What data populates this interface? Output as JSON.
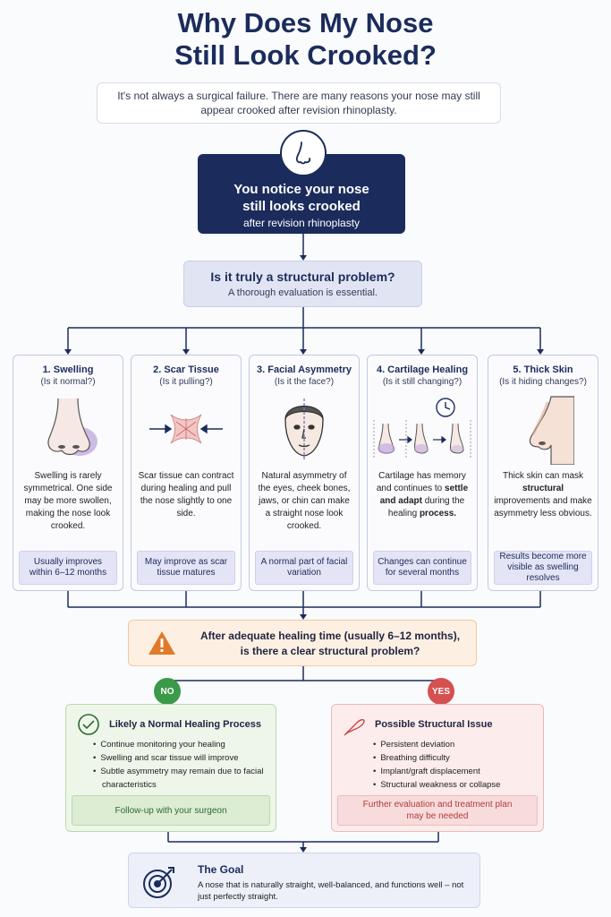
{
  "title": {
    "line1": "Why Does My Nose",
    "line2": "Still Look Crooked?"
  },
  "intro": "It's not always a surgical failure. There are many reasons your nose may still appear crooked after revision rhinoplasty.",
  "notice": {
    "line1": "You notice your nose",
    "line2": "still looks crooked",
    "line3": "after revision rhinoplasty"
  },
  "question": {
    "title": "Is it truly a structural problem?",
    "subtitle": "A thorough evaluation is essential."
  },
  "causes": [
    {
      "title": "1. Swelling",
      "subtitle": "(Is it normal?)",
      "icon": "swollen-nose-icon",
      "desc": "Swelling is rarely symmetrical. One side may be more swollen, making the nose look crooked.",
      "note": "Usually improves within 6–12 months"
    },
    {
      "title": "2. Scar Tissue",
      "subtitle": "(Is it pulling?)",
      "icon": "scar-tissue-icon",
      "desc": "Scar tissue can contract during healing and pull the nose slightly to one side.",
      "note": "May improve as scar tissue matures"
    },
    {
      "title": "3. Facial Asymmetry",
      "subtitle": "(Is it the face?)",
      "icon": "face-icon",
      "desc": "Natural asymmetry of the eyes, cheek bones, jaws, or chin can make a straight nose look crooked.",
      "note": "A normal part of facial variation"
    },
    {
      "title": "4. Cartilage Healing",
      "subtitle": "(Is it still changing?)",
      "icon": "cartilage-clock-icon",
      "desc_a": "Cartilage has memory and continues to ",
      "desc_b": "settle and adapt",
      "desc_c": " during the healing ",
      "desc_d": "process.",
      "note": "Changes can continue for several months"
    },
    {
      "title": "5. Thick Skin",
      "subtitle": "(Is it hiding changes?)",
      "icon": "profile-nose-icon",
      "desc_a": "Thick skin can mask ",
      "desc_b": "structural",
      "desc_c": " improvements and make asymmetry less obvious.",
      "note": "Results become more visible as swelling resolves"
    }
  ],
  "after": {
    "line1": "After adequate healing time (usually 6–12 months),",
    "line2": "is there a clear structural problem?"
  },
  "no": {
    "badge": "NO",
    "title": "Likely a Normal Healing Process",
    "items": [
      "Continue monitoring your healing",
      "Swelling and scar tissue will improve",
      "Subtle asymmetry may remain due to facial characteristics"
    ],
    "foot": "Follow-up with your surgeon"
  },
  "yes": {
    "badge": "YES",
    "title": "Possible Structural Issue",
    "items": [
      "Persistent deviation",
      "Breathing difficulty",
      "Implant/graft displacement",
      "Structural weakness or collapse"
    ],
    "foot": "Further evaluation and treatment plan may be needed"
  },
  "goal": {
    "title": "The Goal",
    "desc": "A nose that is naturally straight, well-balanced, and functions well – not just perfectly straight."
  },
  "colors": {
    "navy": "#1b2c5c",
    "green": "#3b9a4a",
    "red": "#d55050",
    "orange": "#e07a2a"
  }
}
